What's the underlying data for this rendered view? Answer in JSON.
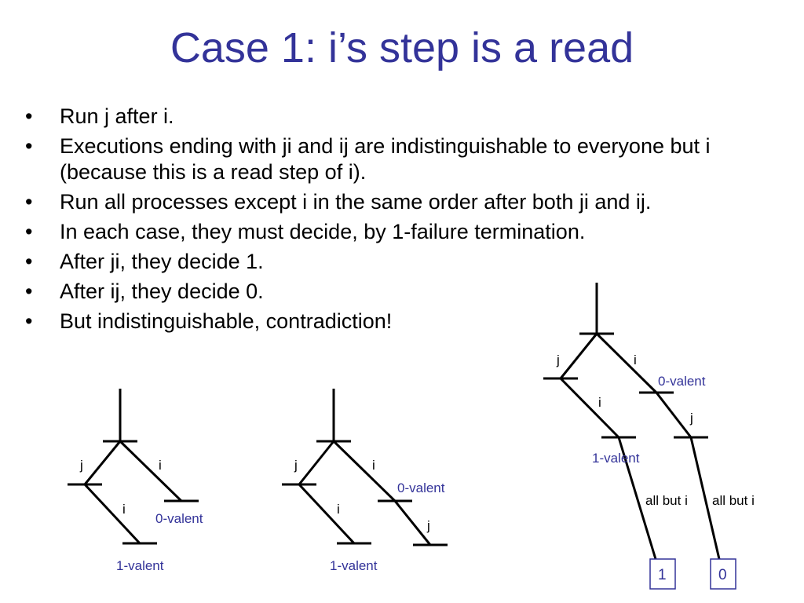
{
  "title": "Case 1:  i’s step is a read",
  "bullet_char": "•",
  "bullets": [
    "Run j after i.",
    "Executions ending with ji and ij are indistinguishable to everyone but i (because this is a read step of i).",
    "Run all processes except i in the same order after both ji and ij.",
    "In each case, they must decide, by 1-failure termination.",
    "After ji, they decide 1.",
    "After ij, they decide 0.",
    "But indistinguishable, contradiction!"
  ],
  "diagram_left": {
    "label_j": "j",
    "label_i": "i",
    "label_i2": "i",
    "label_0valent": "0-valent",
    "label_1valent": "1-valent"
  },
  "diagram_middle": {
    "label_j": "j",
    "label_i": "i",
    "label_i2": "i",
    "label_j2": "j",
    "label_0valent": "0-valent",
    "label_1valent": "1-valent"
  },
  "diagram_right": {
    "label_j": "j",
    "label_i": "i",
    "label_i2": "i",
    "label_j2": "j",
    "label_0valent": "0-valent",
    "label_1valent": "1-valent",
    "label_allbut_left": "all but i",
    "label_allbut_right": "all but i",
    "box_left": "1",
    "box_right": "0"
  },
  "colors": {
    "title": "#333399",
    "accent_label": "#333399",
    "text": "#000000"
  }
}
